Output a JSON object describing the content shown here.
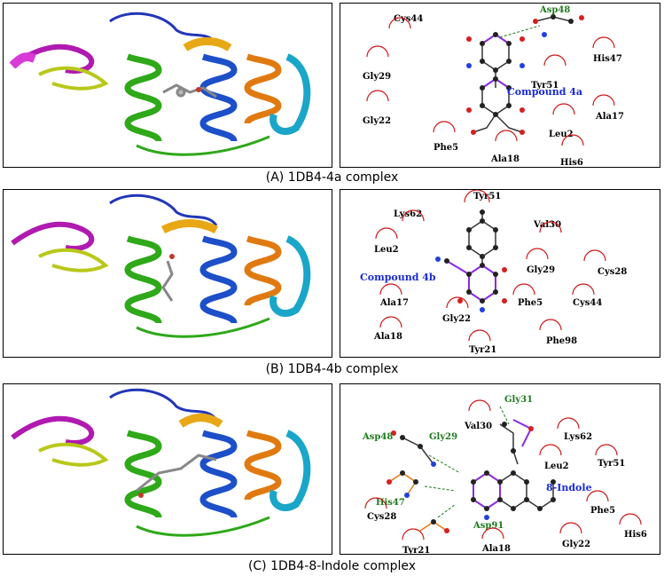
{
  "figure": {
    "panels": [
      {
        "caption": "(A)  1DB4-4a complex",
        "compound_label": "Compound 4a",
        "residues": [
          "Cys44",
          "Gly29",
          "Tyr51",
          "His47",
          "Gly22",
          "Ala17",
          "Leu2",
          "Phe5",
          "Ala18",
          "His6"
        ],
        "hbond_residues": [
          "Asp48"
        ]
      },
      {
        "caption": "(B)  1DB4-4b complex",
        "compound_label": "Compound 4b",
        "residues": [
          "Tyr51",
          "Lys62",
          "Val30",
          "Leu2",
          "Gly29",
          "Cys28",
          "Ala17",
          "Phe5",
          "Cys44",
          "Gly22",
          "Ala18",
          "Tyr21",
          "Phe98"
        ],
        "hbond_residues": []
      },
      {
        "caption": "(C)  1DB4-8-Indole complex",
        "compound_label": "8-Indole",
        "residues": [
          "Val30",
          "Lys62",
          "Tyr51",
          "Leu2",
          "Cys28",
          "Phe5",
          "His6",
          "Tyr21",
          "Ala18",
          "Gly22"
        ],
        "hbond_residues": [
          "Gly31",
          "Asp48",
          "Gly29",
          "His47",
          "Asp91"
        ]
      }
    ]
  },
  "colors": {
    "helix_green": "#2fa81a",
    "helix_blue": "#1d4fc9",
    "helix_orange": "#e07a10",
    "helix_gold": "#e8a816",
    "loop_purple": "#b01ab0",
    "loop_yellow": "#b8c81a",
    "sheet_cyan": "#1aa6c8",
    "hbond_green": "#1f7a1f",
    "residue_arc_red": "#cc1a1a",
    "compound_blue": "#1a2bd6"
  }
}
